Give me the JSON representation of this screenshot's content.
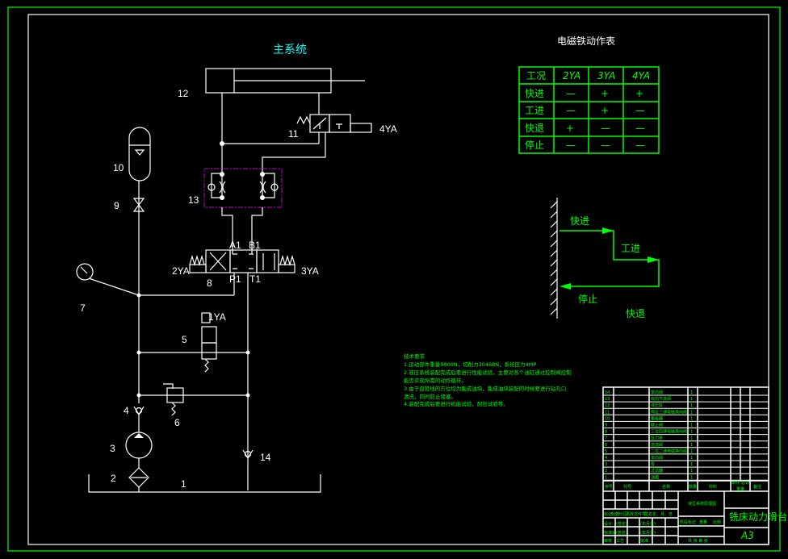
{
  "titles": {
    "main_system": "主系统",
    "solenoid_table": "电磁铁动作表"
  },
  "solenoid_table": {
    "headers": [
      "工况",
      "2YA",
      "3YA",
      "4YA"
    ],
    "rows": [
      [
        "快进",
        "—",
        "+",
        "+"
      ],
      [
        "工进",
        "—",
        "+",
        "—"
      ],
      [
        "快退",
        "+",
        "—",
        "—"
      ],
      [
        "停止",
        "—",
        "—",
        "—"
      ]
    ]
  },
  "motion": {
    "fast_forward": "快进",
    "work_feed": "工进",
    "stop": "停止",
    "fast_return": "快退"
  },
  "labels": {
    "n1": "1",
    "n2": "2",
    "n3": "3",
    "n4": "4",
    "n5": "5",
    "n6": "6",
    "n7": "7",
    "n8": "8",
    "n9": "9",
    "n10": "10",
    "n11": "11",
    "n12": "12",
    "n13": "13",
    "n14": "14",
    "ya1": "1YA",
    "ya2": "2YA",
    "ya3": "3YA",
    "ya4": "4YA",
    "a1": "A1",
    "b1": "B1",
    "p1": "P1",
    "t1": "T1"
  },
  "tech": {
    "title": "技术要求",
    "lines": [
      "1.运动部件重量9800N，切削力30468N，系统压力4MP",
      "2.液压系统装配完成后要进行性能试验，主要对各个油缸通过控制阀控制",
      "能否实现所需的动作循环。",
      "3.由于直管线的方位均为集成油块，集成油块装配的时候要进行钻孔口",
      "清洗，同时防止堵塞。",
      "4.装配完成后要进行机能试验，耐压试验等。"
    ]
  },
  "parts_list": {
    "rows": [
      [
        "14",
        "单向阀",
        "1"
      ],
      [
        "13",
        "双向节流阀",
        "1"
      ],
      [
        "12",
        "液压缸",
        "1"
      ],
      [
        "11",
        "两位三通电磁换向阀",
        "1"
      ],
      [
        "10",
        "蓄能器",
        "1"
      ],
      [
        "9",
        "截止阀",
        "1"
      ],
      [
        "8",
        "三位四通电磁换向阀",
        "1"
      ],
      [
        "7",
        "压力表",
        "1"
      ],
      [
        "6",
        "溢流阀",
        "1"
      ],
      [
        "5",
        "二位二通电磁换向阀",
        "1"
      ],
      [
        "4",
        "单向阀",
        "1"
      ],
      [
        "3",
        "泵",
        "1"
      ],
      [
        "2",
        "过滤器",
        "1"
      ],
      [
        "1",
        "油箱",
        "1"
      ]
    ],
    "headers": [
      "序号",
      "代号",
      "名称",
      "数量",
      "材料",
      "单件",
      "总计",
      "备注"
    ],
    "weight": "重量",
    "drawing_title": "液压系统原理图",
    "project": "铣床动力滑台",
    "size": "A3",
    "stage_mark": "阶段标记",
    "weight2": "重量",
    "ratio": "比例",
    "sheets": "共 张 第 张",
    "signs": [
      "标记",
      "处数",
      "分区",
      "更改文件号",
      "签名",
      "年、月、日",
      "设计",
      "(签名)",
      "(年月日)",
      "标准化",
      "(签名)",
      "(年月日)",
      "审核",
      "工艺",
      "批准"
    ]
  }
}
